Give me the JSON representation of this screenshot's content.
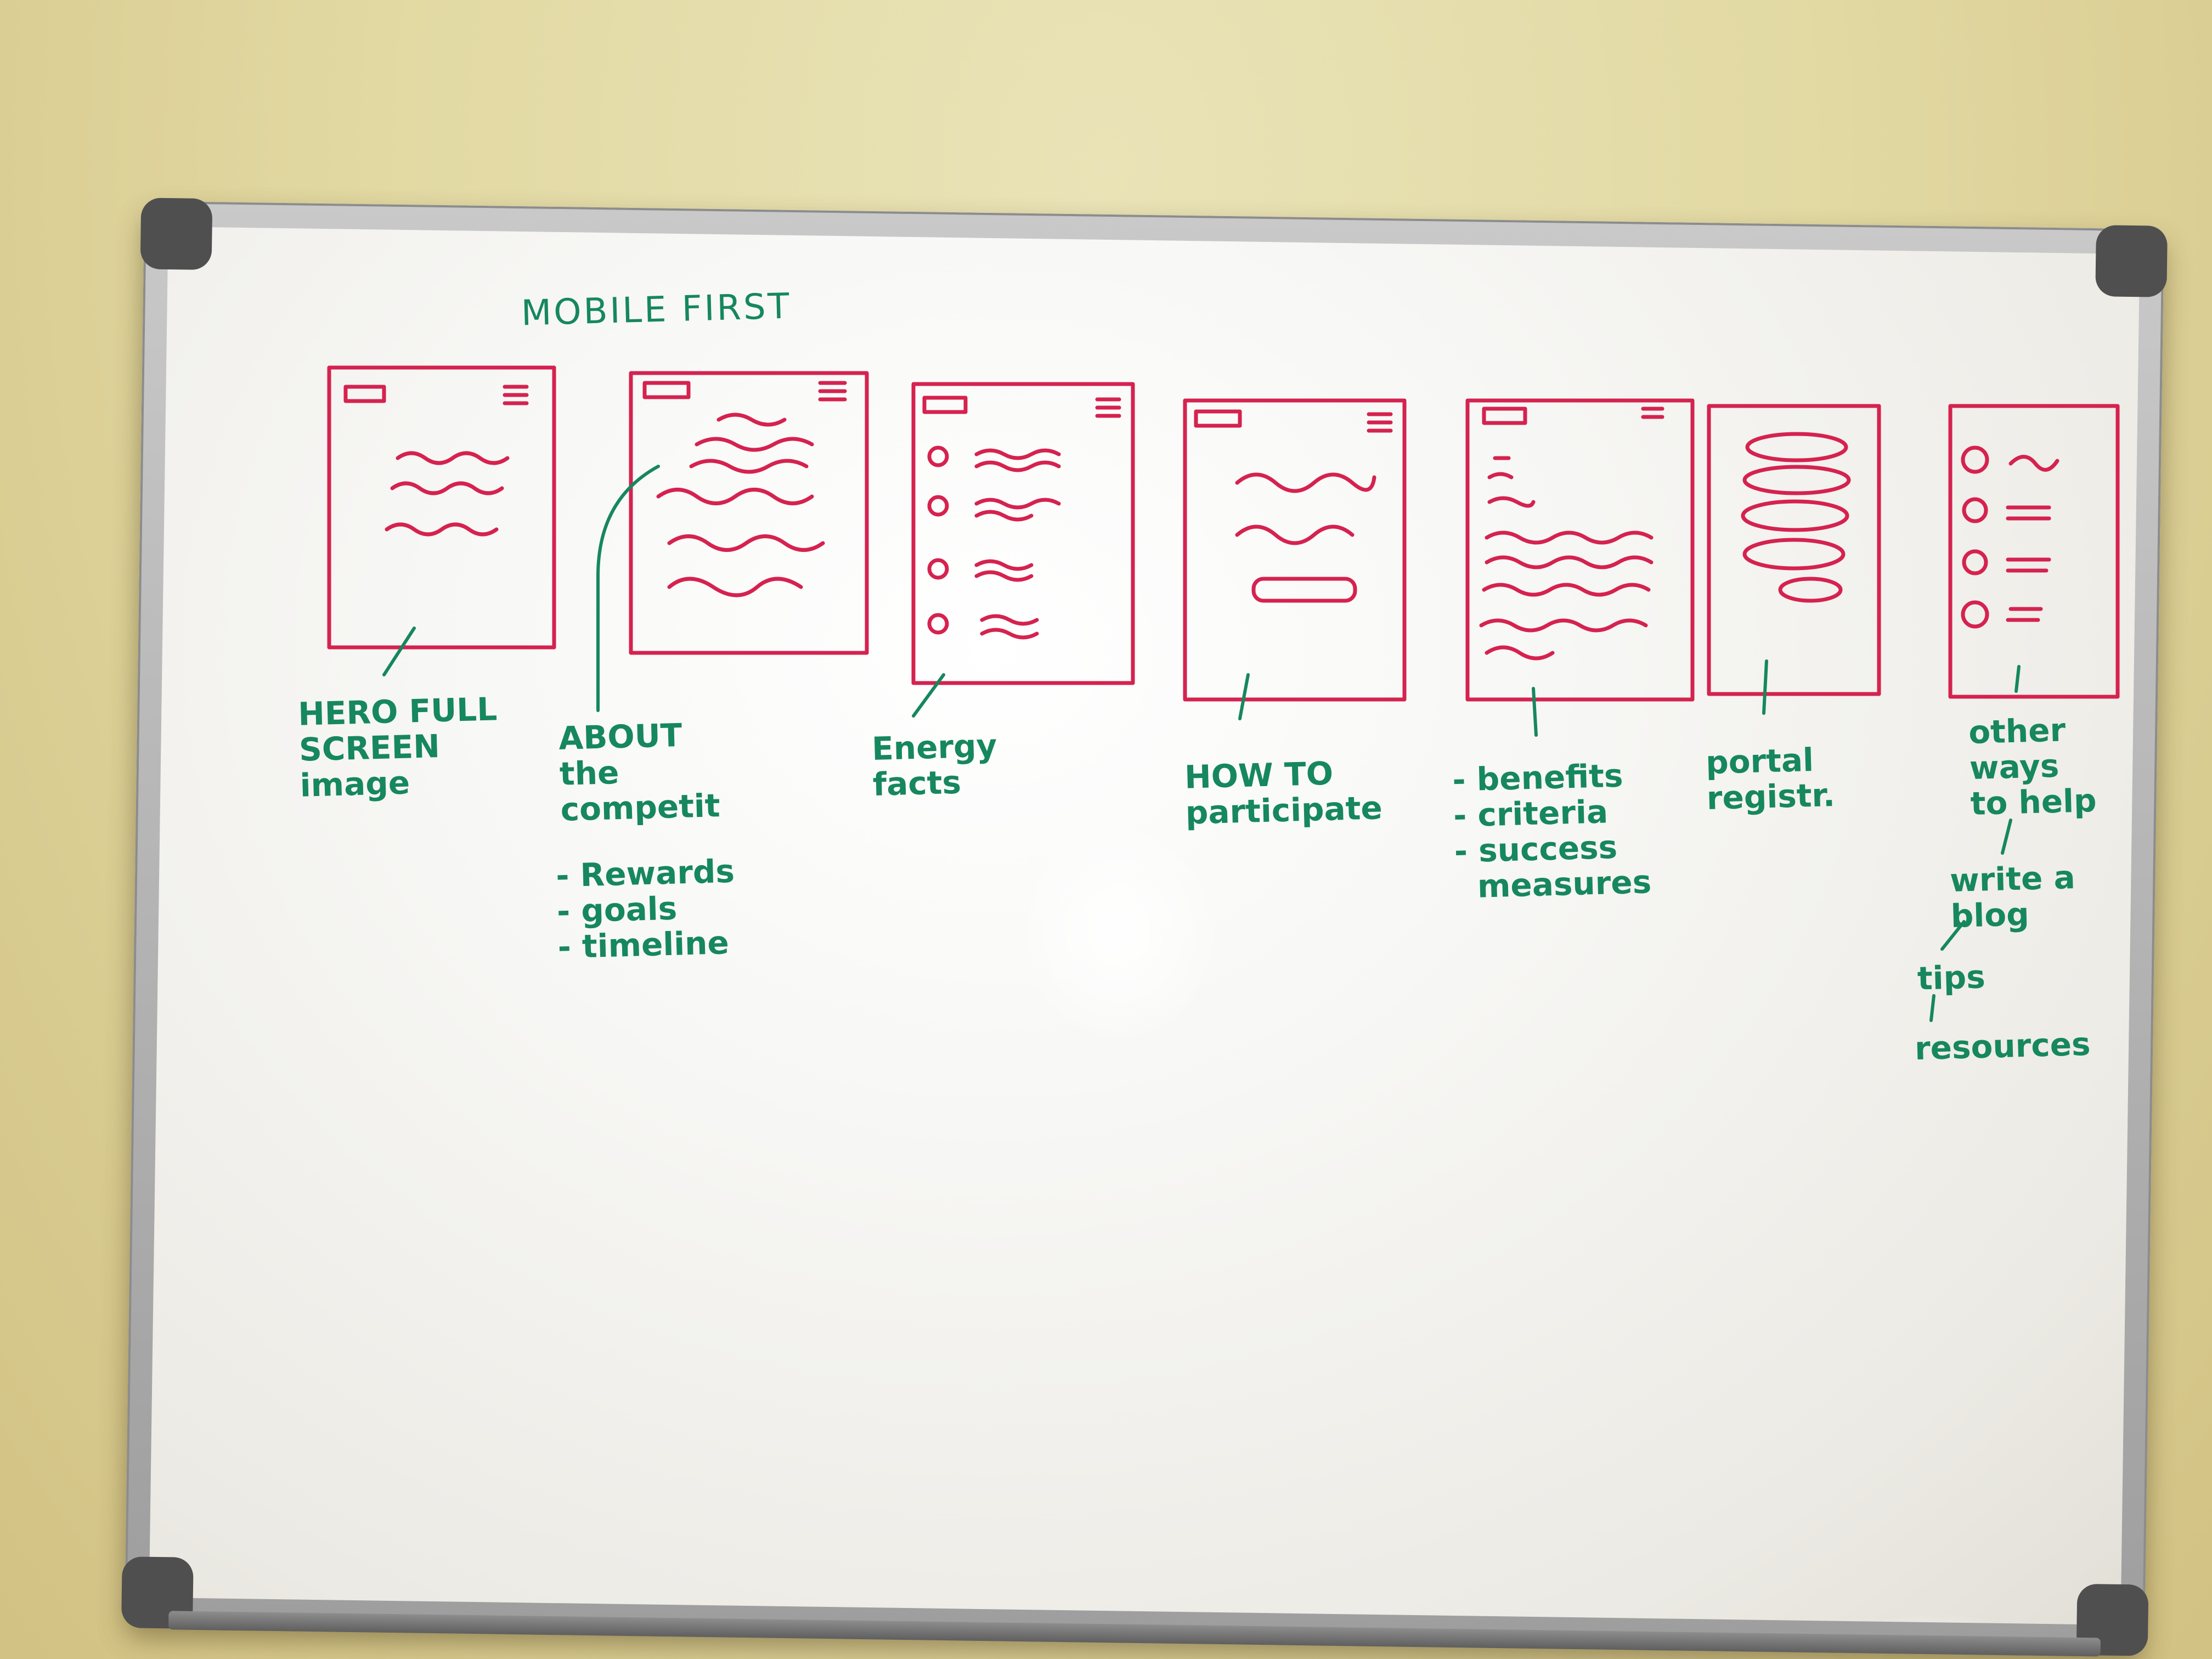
{
  "board_title": "MOBILE FIRST",
  "notes": {
    "hero": "HERO FULL\nSCREEN\nimage",
    "about": "ABOUT\nthe\ncompetit",
    "about_list": "- Rewards\n- goals\n- timeline",
    "energy": "Energy\nfacts",
    "how_to": "HOW TO\nparticipate",
    "benefits": "- benefits\n- criteria\n- success\n  measures",
    "portal": "portal\nregistr.",
    "other": "other\nways\nto help",
    "write_blog": "write a\nblog",
    "tips": "tips",
    "resources": "resources"
  },
  "colors": {
    "pink_marker": "#d5224f",
    "green_marker": "#16875e",
    "board_white": "#f7f7f5",
    "frame_aluminium": "#b4b4b4",
    "wall": "#e2d9a3"
  }
}
